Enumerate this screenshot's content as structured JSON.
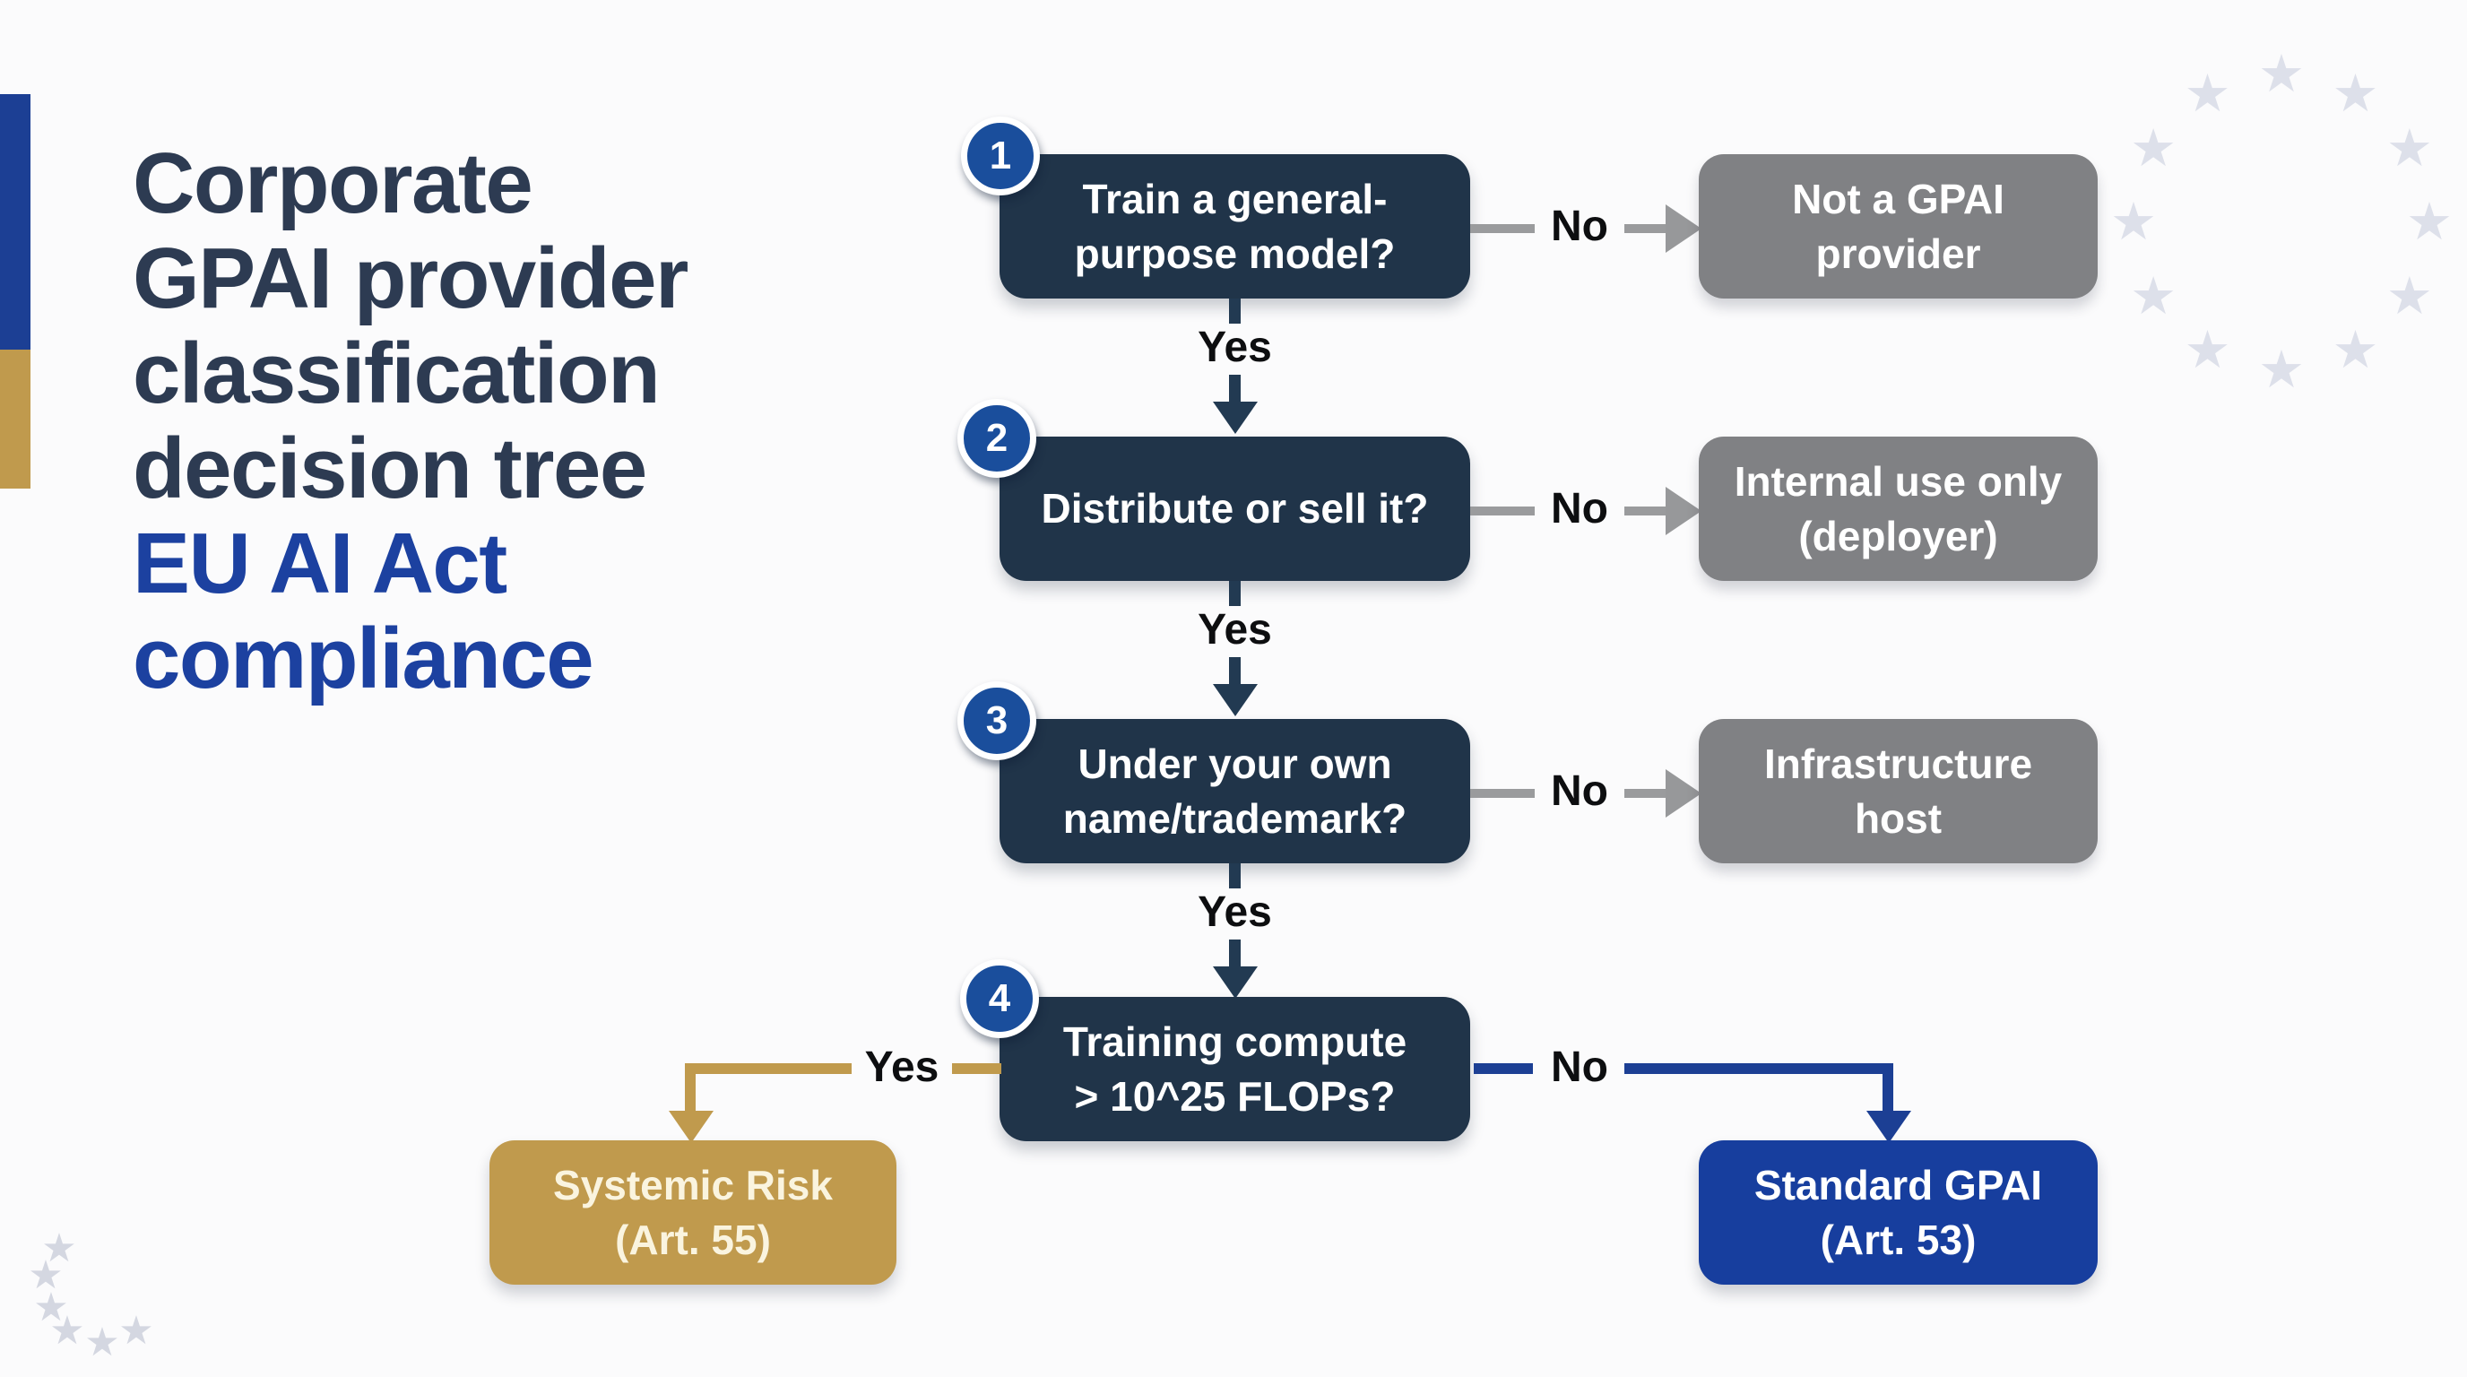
{
  "title": {
    "lines_dark": [
      "Corporate",
      "GPAI provider",
      "classification",
      "decision tree"
    ],
    "lines_blue": [
      "EU AI Act",
      "compliance"
    ],
    "dark_color": "#2d3b52",
    "blue_color": "#1c41a0"
  },
  "labels": {
    "yes": "Yes",
    "no": "No"
  },
  "steps": [
    {
      "number": "1",
      "question_lines": [
        "Train a general-",
        "purpose model?"
      ],
      "no_lines": [
        "Not a GPAI",
        "provider"
      ]
    },
    {
      "number": "2",
      "question_lines": [
        "Distribute or sell it?"
      ],
      "no_lines": [
        "Internal use only",
        "(deployer)"
      ]
    },
    {
      "number": "3",
      "question_lines": [
        "Under your own",
        "name/trademark?"
      ],
      "no_lines": [
        "Infrastructure",
        "host"
      ]
    },
    {
      "number": "4",
      "question_lines": [
        "Training compute",
        "> 10^25 FLOPs?"
      ]
    }
  ],
  "outcomes": {
    "yes_lines": [
      "Systemic Risk",
      "(Art. 55)"
    ],
    "no_lines": [
      "Standard GPAI",
      "(Art. 53)"
    ]
  },
  "colors": {
    "question_box": "#203449",
    "result_box_gray": "#808184",
    "systemic_risk_gold": "#c09a4d",
    "standard_gpai_blue": "#173e9e",
    "number_circle_blue": "#1a4e9c",
    "title_dark": "#2d3b52",
    "title_blue": "#1c41a0",
    "eu_star_gray": "#dde0ea"
  },
  "decorations": {
    "eu_star_glyph": "★"
  }
}
